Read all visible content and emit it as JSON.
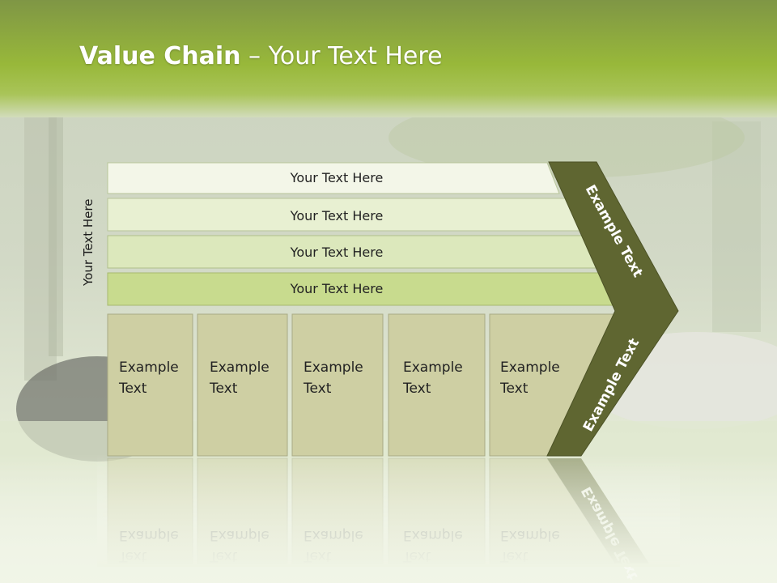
{
  "title": {
    "bold": "Value Chain",
    "rest": " – Your Text Here"
  },
  "side_label": "Your Text Here",
  "bars": [
    {
      "label": "Your Text Here"
    },
    {
      "label": "Your Text Here"
    },
    {
      "label": "Your Text Here"
    },
    {
      "label": "Your Text Here"
    }
  ],
  "boxes": [
    {
      "line1": "Example",
      "line2": "Text"
    },
    {
      "line1": "Example",
      "line2": "Text"
    },
    {
      "line1": "Example",
      "line2": "Text"
    },
    {
      "line1": "Example",
      "line2": "Text"
    },
    {
      "line1": "Example",
      "line2": "Text"
    }
  ],
  "chevron_top_label": "Example Text",
  "chevron_bottom_label": "Example Text",
  "colors": {
    "header_green": "#93b33c",
    "bar_1": "#f3f6e8",
    "bar_2": "#e8f0d2",
    "bar_3": "#dce8bc",
    "bar_4": "#c8db8e",
    "box_fill": "#cecfa3",
    "chevron": "#5f6631"
  }
}
